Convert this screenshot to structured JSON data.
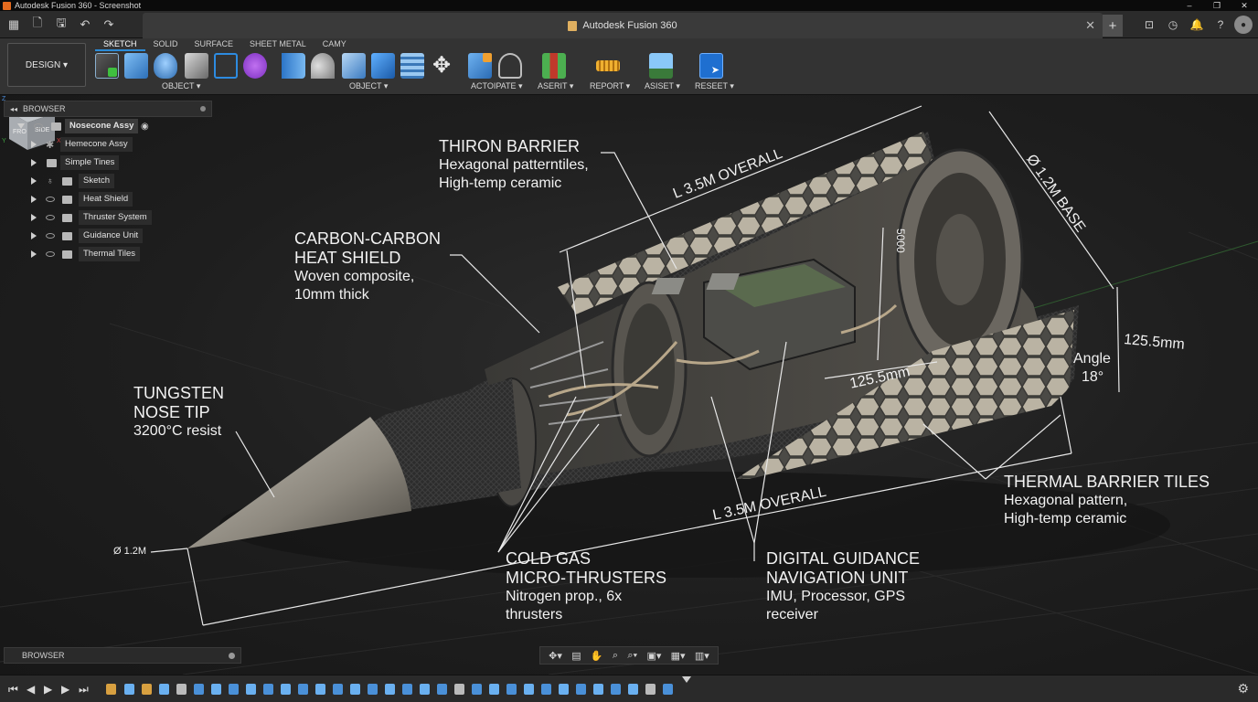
{
  "window": {
    "title": "Autodesk Fusion 360 - Screenshot",
    "controls": [
      "–",
      "❐",
      "✕"
    ]
  },
  "app": {
    "title": "Autodesk Fusion 360"
  },
  "ribbon": {
    "workspace": "DESIGN ▾",
    "tabs": [
      "SKETCH",
      "SOLID",
      "SURFACE",
      "SHEET METAL",
      "CAMY"
    ],
    "active_tab": "SKETCH",
    "groups": [
      "OBJECT ▾",
      "OBJECT ▾",
      "ACTOIPATE ▾",
      "ASERIT ▾",
      "REPORT ▾",
      "ASISET ▾",
      "RESEET ▾"
    ]
  },
  "browser": {
    "title": "BROWSER",
    "items": [
      {
        "label": "Nosecone Assy"
      },
      {
        "label": "Hemecone Assy"
      },
      {
        "label": "Simple Tines"
      },
      {
        "label": "Sketch"
      },
      {
        "label": "Heat Shield"
      },
      {
        "label": "Thruster System"
      },
      {
        "label": "Guidance Unit"
      },
      {
        "label": "Thermal Tiles"
      }
    ]
  },
  "annotations": {
    "thron": {
      "h1": "THIRON BARRIER",
      "s1": "Hexagonal patterntiles,",
      "s2": "High-temp ceramic"
    },
    "carbon": {
      "h1": "CARBON-CARBON",
      "h2": "HEAT SHIELD",
      "s1": "Woven composite,",
      "s2": "10mm thick"
    },
    "tungsten": {
      "h1": "TUNGSTEN",
      "h2": "NOSE TIP",
      "s1": "3200°C resist"
    },
    "coldgas": {
      "h1": "COLD GAS",
      "h2": "MICRO-THRUSTERS",
      "s1": "Nitrogen prop., 6x",
      "s2": "thrusters"
    },
    "guidance": {
      "h1": "DIGITAL GUIDANCE",
      "h2": "NAVIGATION UNIT",
      "s1": "IMU, Processor, GPS",
      "s2": "receiver"
    },
    "tiles": {
      "h1": "THERMAL BARRIER TILES",
      "s1": "Hexagonal pattern,",
      "s2": "High-temp ceramic"
    }
  },
  "dimensions": {
    "overall_top": "L 3.5M OVERALL",
    "overall_bottom": "L 3.5M OVERALL",
    "base": "Ø 1.2M BASE",
    "tip": "Ø 1.2M",
    "angle_label": "Angle",
    "angle_value": "18°",
    "side": "125.5mm",
    "inner": "125.5mm",
    "vertical": "5000"
  },
  "viewcube": {
    "face_front": "FRO",
    "face_side": "SIDE",
    "axis_x": "X",
    "axis_y": "Y",
    "axis_z": "Z"
  },
  "bottom": {
    "browser_label": "BROWSER"
  }
}
